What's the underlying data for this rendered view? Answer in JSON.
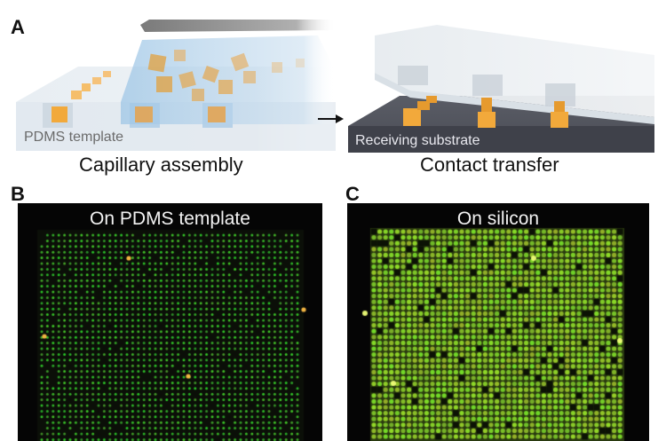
{
  "figure": {
    "panel_a": {
      "letter": "A",
      "left_caption": "Capillary assembly",
      "right_caption": "Contact transfer",
      "template_label": "PDMS template",
      "substrate_label": "Receiving substrate"
    },
    "panel_b": {
      "letter": "B",
      "title": "On PDMS template"
    },
    "panel_c": {
      "letter": "C",
      "title": "On silicon"
    }
  }
}
